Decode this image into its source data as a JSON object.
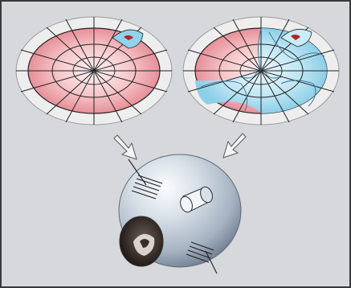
{
  "figure": {
    "panels": [
      {
        "name": "left-disc",
        "fill": "pink",
        "marker": "blue-wedge"
      },
      {
        "name": "right-disc",
        "fill": "pink-and-blue",
        "marker": "blue-wedge"
      },
      {
        "name": "sphere",
        "fill": "blue-grey"
      }
    ],
    "colors": {
      "background": "#d6d8db",
      "border": "#3a3a3a",
      "disc_rim": "#efefef",
      "pink": "#e99ba3",
      "pink_light": "#fbe8e9",
      "blue": "#8fd3ec",
      "blue_light": "#dcf2fa",
      "sphere_light": "#eef2f6",
      "sphere_dark": "#7f8ea2",
      "wedge_red": "#b3252b"
    },
    "icons": [
      "down-right-arrow-icon",
      "down-left-arrow-icon",
      "lens-arrow-icon"
    ]
  }
}
